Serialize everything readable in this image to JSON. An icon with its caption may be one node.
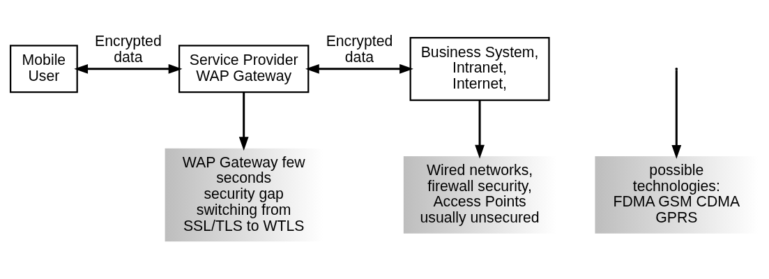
{
  "diagram": {
    "nodes": [
      {
        "text": [
          "Mobile User"
        ]
      },
      {
        "text": [
          "Service Provider WAP Gateway"
        ]
      },
      {
        "text": [
          "Business System, Intranet, Internet,"
        ]
      },
      {
        "text": [
          "possible technologies: FDMA GSM CDMA GPRS"
        ]
      },
      {
        "text": [
          "WAP Gateway few seconds security gap switching from SSL/TLS to WTLS"
        ]
      },
      {
        "text": [
          "Wired networks, firewall security, Access Points usually unsecured"
        ]
      }
    ],
    "edges": [
      {
        "from": 0,
        "to": 1,
        "arrow": "both",
        "label": "Encrypted data"
      },
      {
        "from": 1,
        "to": 2,
        "arrow": "both",
        "label": "Encrypted data"
      },
      {
        "from": null,
        "to": 3,
        "arrow": "to"
      },
      {
        "from": 1,
        "to": 4,
        "arrow": "to"
      },
      {
        "from": 2,
        "to": 5,
        "arrow": "to"
      }
    ]
  }
}
